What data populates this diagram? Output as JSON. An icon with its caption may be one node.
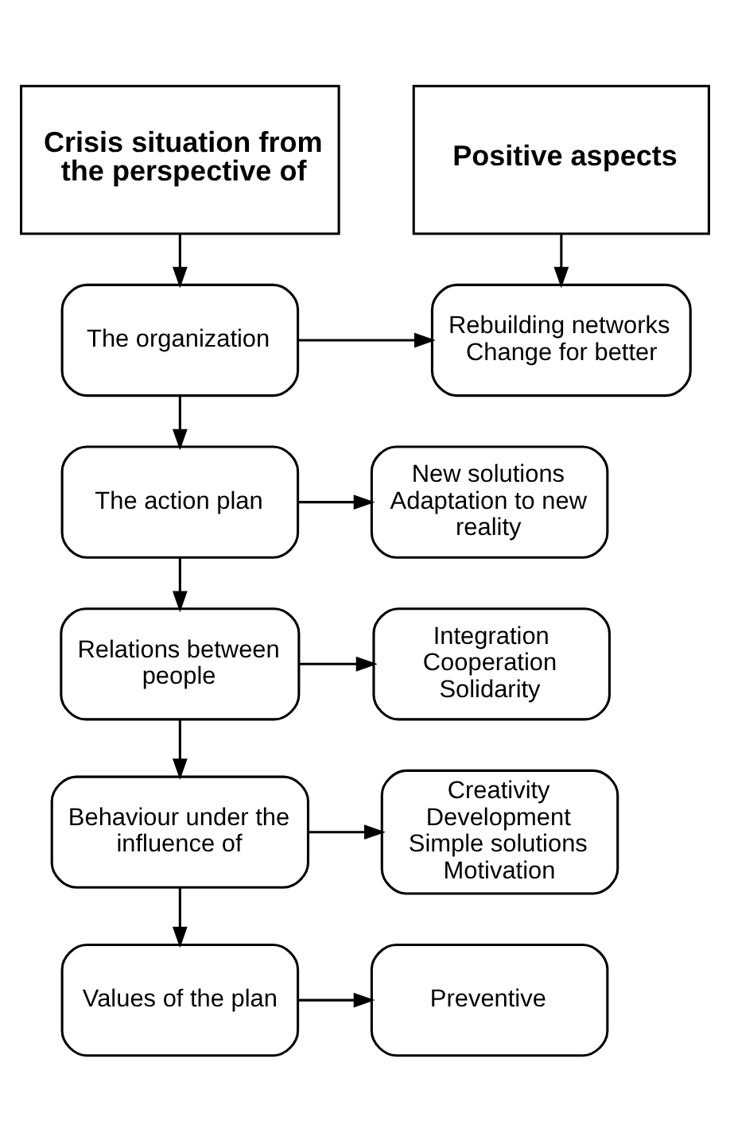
{
  "diagram": {
    "nodes": [
      {
        "text": [
          "Crisis situation from the perspective of"
        ]
      },
      {
        "text": [
          "Positive aspects"
        ]
      },
      {
        "text": [
          "The organization"
        ]
      },
      {
        "text": [
          "Rebuilding networks",
          "Change for better"
        ]
      },
      {
        "text": [
          "The action plan"
        ]
      },
      {
        "text": [
          "New solutions",
          "Adaptation to new reality"
        ]
      },
      {
        "text": [
          "Relations between people"
        ]
      },
      {
        "text": [
          "Integration",
          "Cooperation",
          "Solidarity"
        ]
      },
      {
        "text": [
          "Behaviour under the influence of"
        ]
      },
      {
        "text": [
          "Creativity",
          "Development",
          "Simple solutions",
          "Motivation"
        ]
      },
      {
        "text": [
          "Values of the plan"
        ]
      },
      {
        "text": [
          "Preventive"
        ]
      }
    ],
    "edges": [
      {
        "from": 0,
        "to": 2,
        "arrow": "to"
      },
      {
        "from": 1,
        "to": 3,
        "arrow": "to"
      },
      {
        "from": 2,
        "to": 3,
        "arrow": "to"
      },
      {
        "from": 2,
        "to": 4,
        "arrow": "to"
      },
      {
        "from": 4,
        "to": 5,
        "arrow": "to"
      },
      {
        "from": 4,
        "to": 6,
        "arrow": "to"
      },
      {
        "from": 6,
        "to": 7,
        "arrow": "to"
      },
      {
        "from": 6,
        "to": 8,
        "arrow": "to"
      },
      {
        "from": 8,
        "to": 9,
        "arrow": "to"
      },
      {
        "from": 8,
        "to": 10,
        "arrow": "to"
      },
      {
        "from": 10,
        "to": 11,
        "arrow": "to"
      }
    ]
  }
}
